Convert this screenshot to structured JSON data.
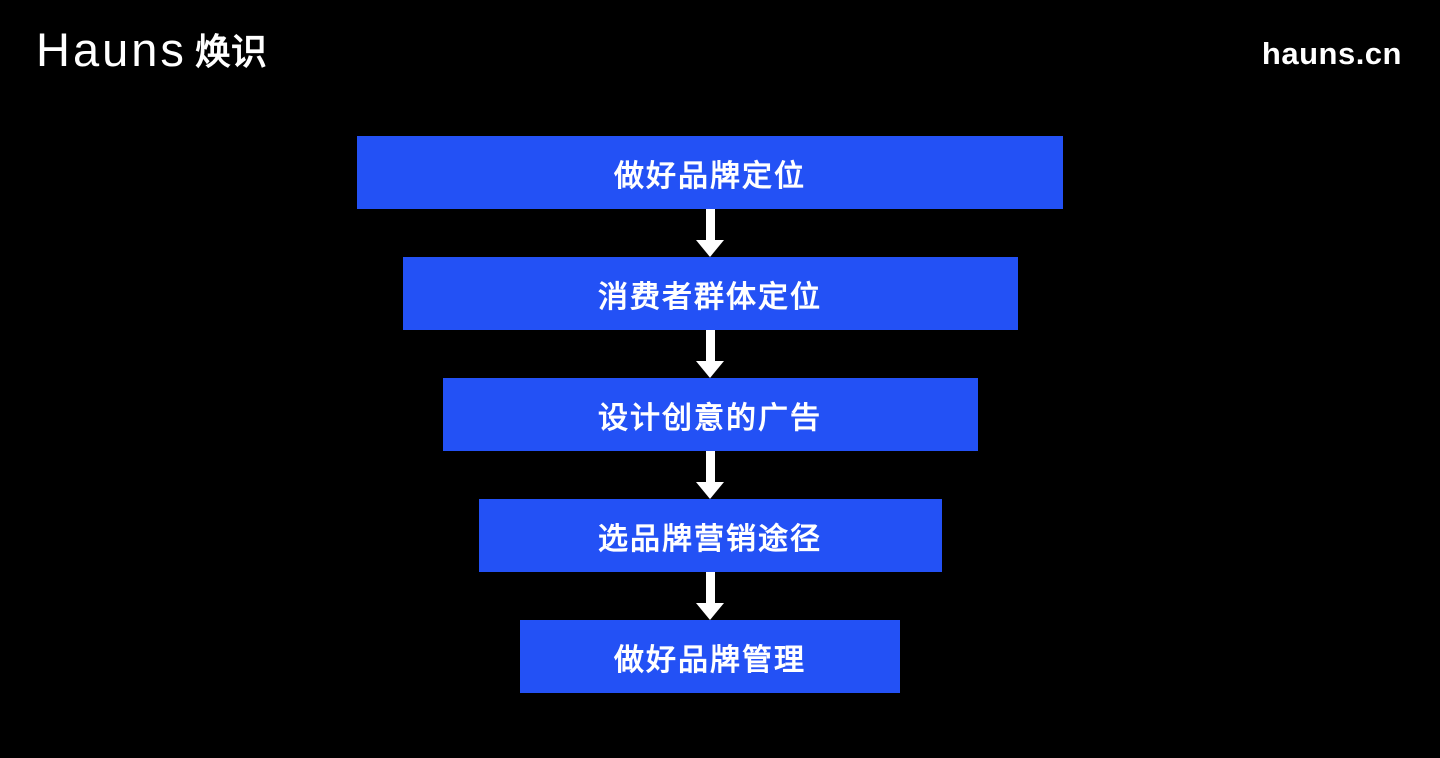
{
  "header": {
    "logo_text": "Hauns",
    "logo_cjk": "焕识",
    "site_url": "hauns.cn"
  },
  "flow": {
    "steps": [
      {
        "label": "做好品牌定位"
      },
      {
        "label": "消费者群体定位"
      },
      {
        "label": "设计创意的广告"
      },
      {
        "label": "选品牌营销途径"
      },
      {
        "label": "做好品牌管理"
      }
    ]
  },
  "colors": {
    "background": "#000000",
    "box_blue": "#2351f5",
    "text_white": "#ffffff",
    "arrow_white": "#ffffff"
  }
}
